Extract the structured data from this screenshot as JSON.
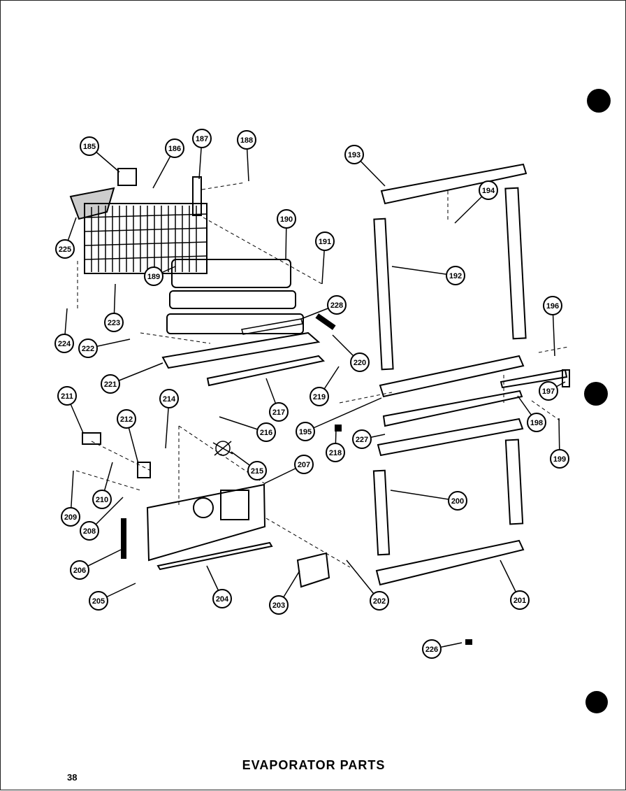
{
  "title": "EVAPORATOR PARTS",
  "page_number": "38",
  "callouts": [
    "185",
    "186",
    "187",
    "188",
    "189",
    "190",
    "191",
    "192",
    "193",
    "194",
    "195",
    "196",
    "197",
    "198",
    "199",
    "200",
    "201",
    "202",
    "203",
    "204",
    "205",
    "206",
    "207",
    "208",
    "209",
    "210",
    "211",
    "212",
    "214",
    "215",
    "216",
    "217",
    "218",
    "219",
    "220",
    "221",
    "222",
    "223",
    "224",
    "225",
    "226",
    "227",
    "228"
  ]
}
